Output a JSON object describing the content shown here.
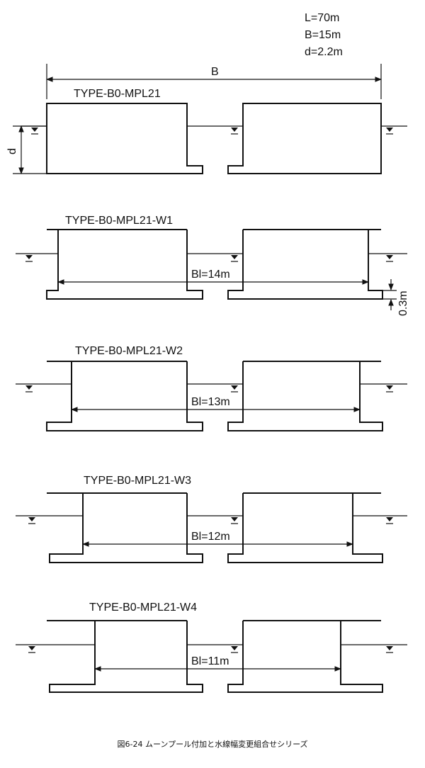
{
  "params": {
    "L": "L=70m",
    "B": "B=15m",
    "d": "d=2.2m"
  },
  "top_dims": {
    "B_label": "B",
    "d_label": "d"
  },
  "panels": [
    {
      "type": "TYPE-B0-MPL21",
      "bl": ""
    },
    {
      "type": "TYPE-B0-MPL21-W1",
      "bl": "Bl=14m",
      "extra": "0.3m"
    },
    {
      "type": "TYPE-B0-MPL21-W2",
      "bl": "Bl=13m"
    },
    {
      "type": "TYPE-B0-MPL21-W3",
      "bl": "Bl=12m"
    },
    {
      "type": "TYPE-B0-MPL21-W4",
      "bl": "Bl=11m"
    }
  ],
  "caption": "図6-24 ムーンプール付加と水線幅変更組合せシリーズ"
}
